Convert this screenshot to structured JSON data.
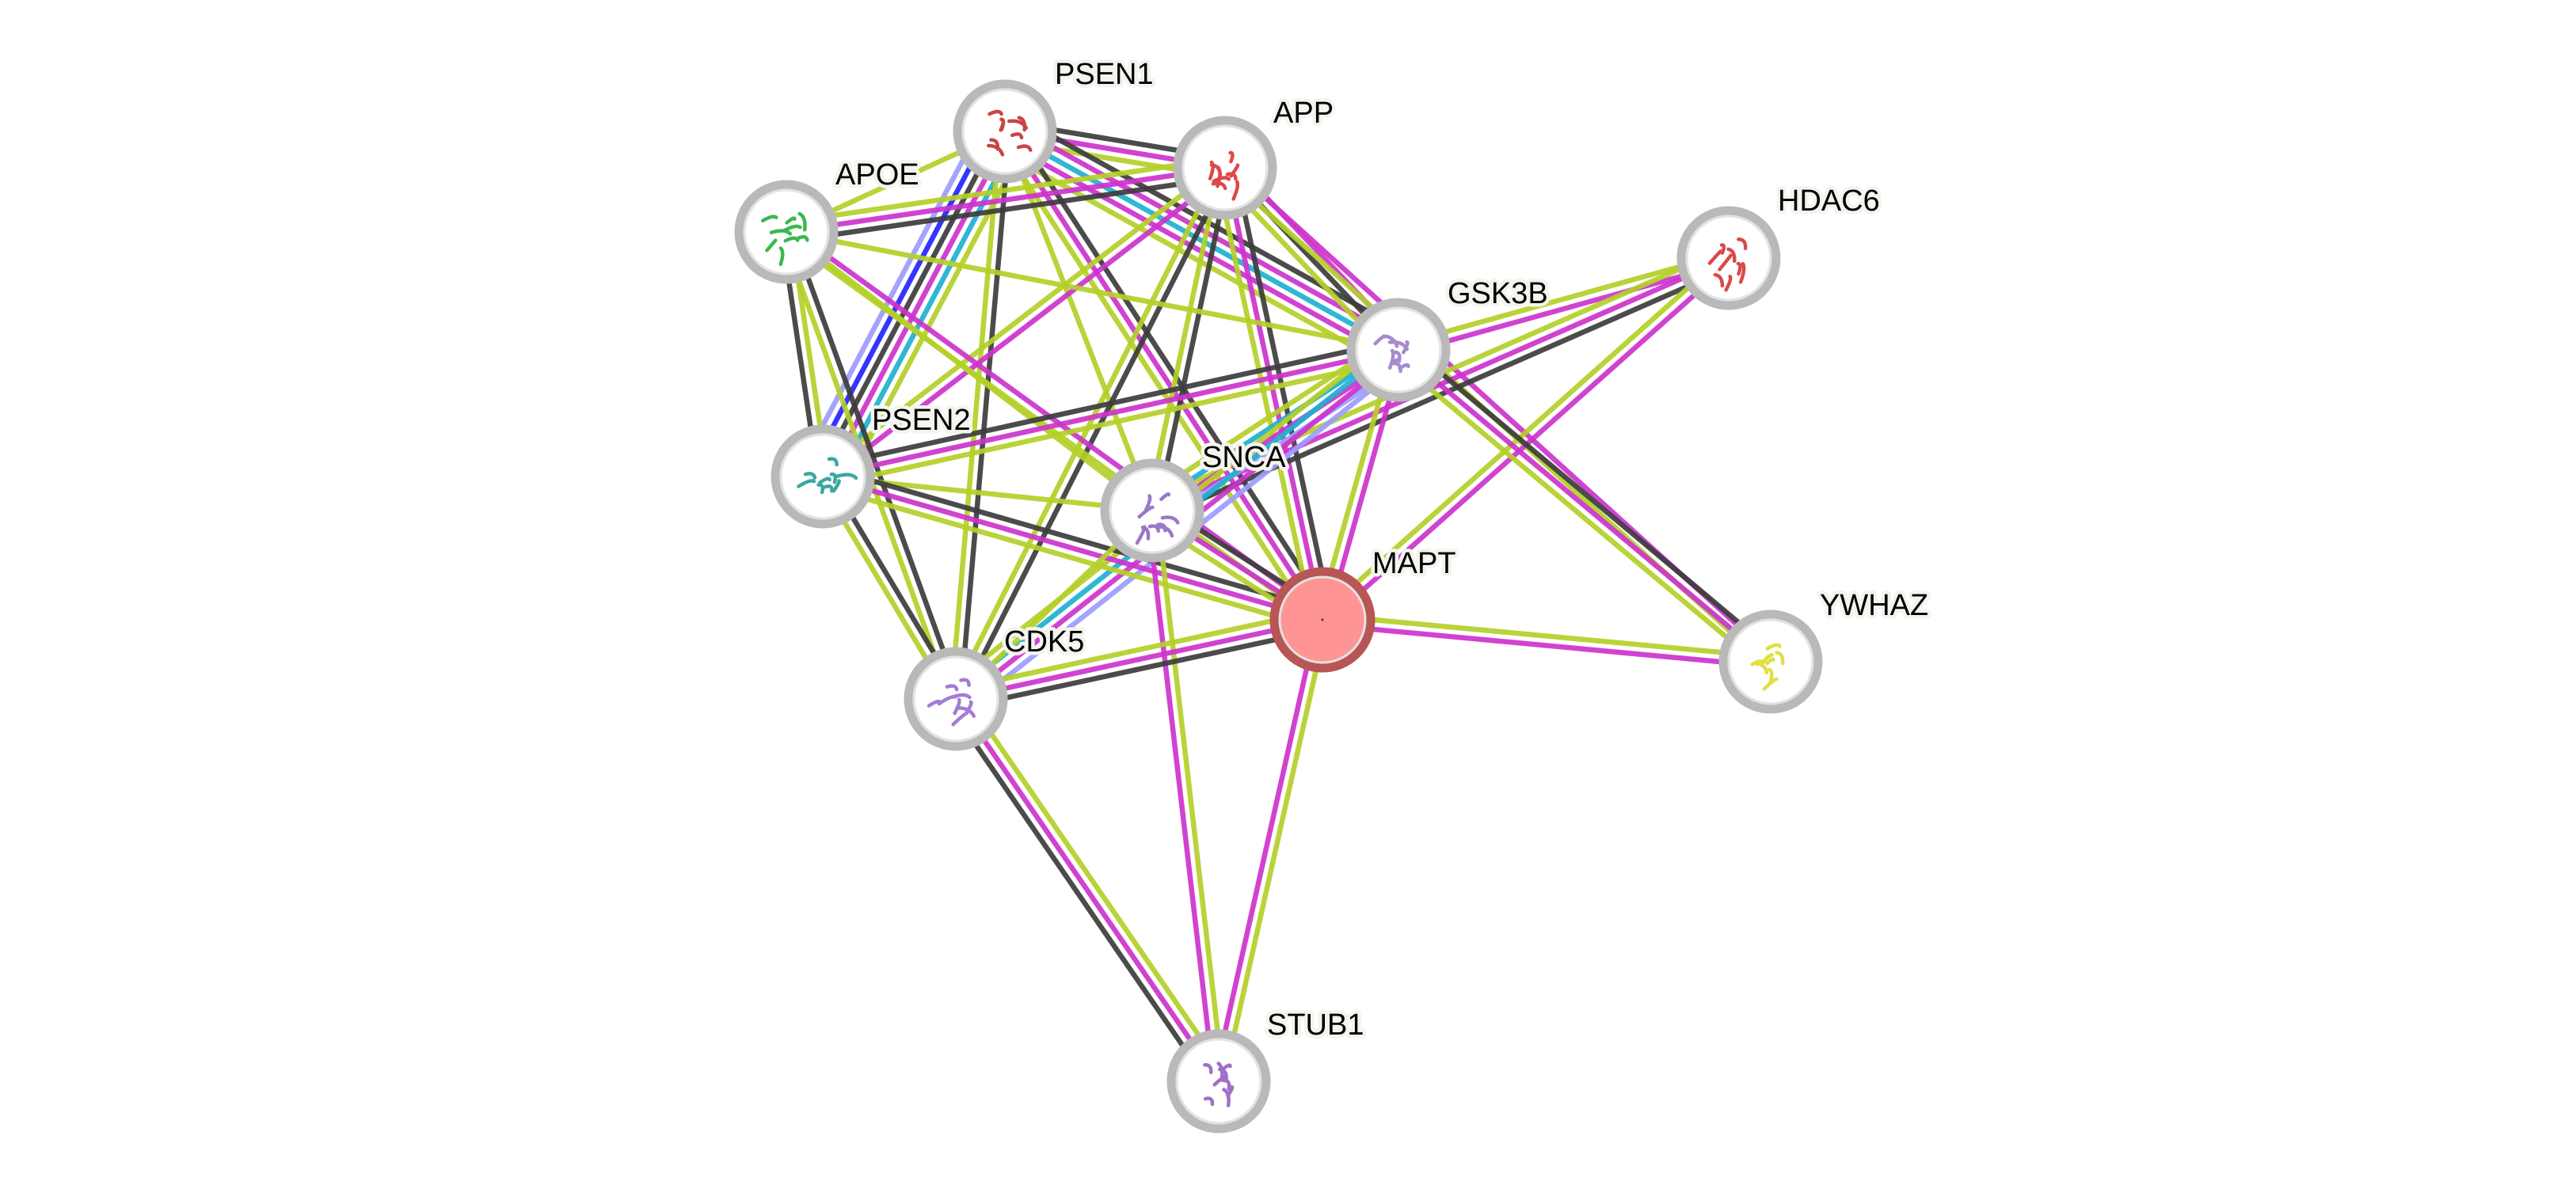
{
  "network": {
    "query_protein": "MAPT",
    "colors": {
      "experiments": "#cc33cc",
      "databases": "#20b0d0",
      "textmining": "#b4cf28",
      "coexpression": "#3c3c3c",
      "neighborhood": "#2424ff",
      "gene_fusion": "#9c9cff",
      "node_ring": "#b9b9b9",
      "query_fill": "#ff9494",
      "query_ring": "#b85555"
    },
    "nodes": [
      {
        "id": "PSEN1",
        "label": "PSEN1",
        "structure_color": "#c94545"
      },
      {
        "id": "APP",
        "label": "APP",
        "structure_color": "#e04848"
      },
      {
        "id": "APOE",
        "label": "APOE",
        "structure_color": "#3cb84c"
      },
      {
        "id": "HDAC6",
        "label": "HDAC6",
        "structure_color": "#d84a4a"
      },
      {
        "id": "GSK3B",
        "label": "GSK3B",
        "structure_color": "#a88ad0"
      },
      {
        "id": "PSEN2",
        "label": "PSEN2",
        "structure_color": "#3aa8a0"
      },
      {
        "id": "SNCA",
        "label": "SNCA",
        "structure_color": "#9a78c8"
      },
      {
        "id": "MAPT",
        "label": "MAPT",
        "structure_color": "#ff9494"
      },
      {
        "id": "YWHAZ",
        "label": "YWHAZ",
        "structure_color": "#e0e040"
      },
      {
        "id": "CDK5",
        "label": "CDK5",
        "structure_color": "#a47cd4"
      },
      {
        "id": "STUB1",
        "label": "STUB1",
        "structure_color": "#a070c8"
      }
    ],
    "edges": [
      {
        "source": "PSEN1",
        "target": "APP",
        "evidence": [
          "coexpression",
          "experiments",
          "textmining"
        ]
      },
      {
        "source": "PSEN1",
        "target": "APOE",
        "evidence": [
          "textmining"
        ]
      },
      {
        "source": "PSEN1",
        "target": "PSEN2",
        "evidence": [
          "textmining",
          "databases",
          "experiments",
          "coexpression",
          "neighborhood",
          "gene_fusion"
        ]
      },
      {
        "source": "PSEN1",
        "target": "GSK3B",
        "evidence": [
          "coexpression",
          "experiments",
          "databases",
          "experiments",
          "textmining"
        ]
      },
      {
        "source": "PSEN1",
        "target": "MAPT",
        "evidence": [
          "coexpression",
          "experiments",
          "textmining"
        ]
      },
      {
        "source": "PSEN1",
        "target": "CDK5",
        "evidence": [
          "coexpression",
          "textmining"
        ]
      },
      {
        "source": "PSEN1",
        "target": "SNCA",
        "evidence": [
          "textmining"
        ]
      },
      {
        "source": "APP",
        "target": "APOE",
        "evidence": [
          "coexpression",
          "experiments",
          "textmining"
        ]
      },
      {
        "source": "APP",
        "target": "GSK3B",
        "evidence": [
          "experiments",
          "coexpression",
          "textmining"
        ]
      },
      {
        "source": "APP",
        "target": "PSEN2",
        "evidence": [
          "experiments",
          "textmining"
        ]
      },
      {
        "source": "APP",
        "target": "SNCA",
        "evidence": [
          "coexpression",
          "textmining"
        ]
      },
      {
        "source": "APP",
        "target": "MAPT",
        "evidence": [
          "coexpression",
          "experiments",
          "textmining"
        ]
      },
      {
        "source": "APP",
        "target": "CDK5",
        "evidence": [
          "coexpression",
          "textmining"
        ]
      },
      {
        "source": "APP",
        "target": "YWHAZ",
        "evidence": [
          "experiments",
          "textmining"
        ]
      },
      {
        "source": "APOE",
        "target": "PSEN2",
        "evidence": [
          "textmining",
          "coexpression"
        ]
      },
      {
        "source": "APOE",
        "target": "CDK5",
        "evidence": [
          "coexpression",
          "textmining"
        ]
      },
      {
        "source": "APOE",
        "target": "GSK3B",
        "evidence": [
          "textmining"
        ]
      },
      {
        "source": "APOE",
        "target": "MAPT",
        "evidence": [
          "experiments",
          "textmining"
        ]
      },
      {
        "source": "APOE",
        "target": "SNCA",
        "evidence": [
          "textmining"
        ]
      },
      {
        "source": "HDAC6",
        "target": "GSK3B",
        "evidence": [
          "experiments",
          "textmining"
        ]
      },
      {
        "source": "HDAC6",
        "target": "SNCA",
        "evidence": [
          "coexpression",
          "experiments",
          "textmining"
        ]
      },
      {
        "source": "HDAC6",
        "target": "MAPT",
        "evidence": [
          "experiments",
          "textmining"
        ]
      },
      {
        "source": "GSK3B",
        "target": "PSEN2",
        "evidence": [
          "textmining",
          "experiments",
          "coexpression"
        ]
      },
      {
        "source": "GSK3B",
        "target": "SNCA",
        "evidence": [
          "gene_fusion",
          "experiments",
          "databases",
          "textmining"
        ]
      },
      {
        "source": "GSK3B",
        "target": "MAPT",
        "evidence": [
          "experiments",
          "textmining"
        ]
      },
      {
        "source": "GSK3B",
        "target": "YWHAZ",
        "evidence": [
          "coexpression",
          "experiments",
          "textmining"
        ]
      },
      {
        "source": "GSK3B",
        "target": "CDK5",
        "evidence": [
          "gene_fusion",
          "experiments",
          "databases",
          "textmining"
        ]
      },
      {
        "source": "PSEN2",
        "target": "SNCA",
        "evidence": [
          "textmining"
        ]
      },
      {
        "source": "PSEN2",
        "target": "MAPT",
        "evidence": [
          "coexpression",
          "experiments",
          "textmining"
        ]
      },
      {
        "source": "PSEN2",
        "target": "CDK5",
        "evidence": [
          "coexpression",
          "textmining"
        ]
      },
      {
        "source": "SNCA",
        "target": "MAPT",
        "evidence": [
          "coexpression",
          "experiments",
          "textmining"
        ]
      },
      {
        "source": "SNCA",
        "target": "CDK5",
        "evidence": [
          "textmining"
        ]
      },
      {
        "source": "SNCA",
        "target": "STUB1",
        "evidence": [
          "textmining",
          "experiments"
        ]
      },
      {
        "source": "MAPT",
        "target": "CDK5",
        "evidence": [
          "coexpression",
          "experiments",
          "textmining"
        ]
      },
      {
        "source": "MAPT",
        "target": "YWHAZ",
        "evidence": [
          "textmining",
          "experiments"
        ]
      },
      {
        "source": "MAPT",
        "target": "STUB1",
        "evidence": [
          "textmining",
          "experiments"
        ]
      },
      {
        "source": "CDK5",
        "target": "STUB1",
        "evidence": [
          "textmining",
          "experiments",
          "coexpression"
        ]
      }
    ]
  }
}
